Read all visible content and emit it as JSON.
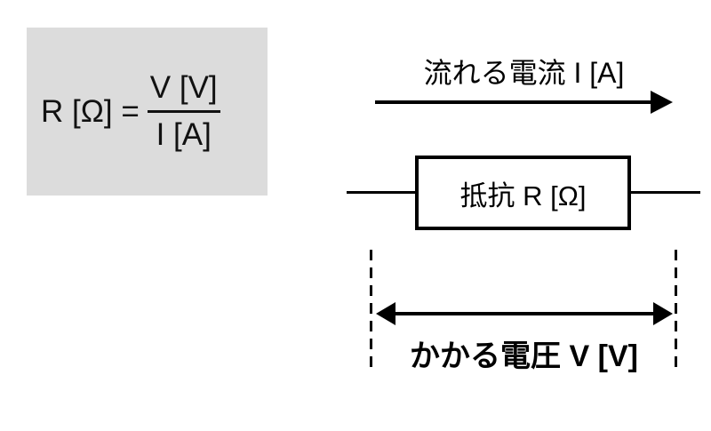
{
  "formula": {
    "lhs": "R [Ω] =",
    "numerator": "V [V]",
    "denominator": "I [A]"
  },
  "circuit": {
    "current_label": "流れる電流 I [A]",
    "resistor_label": "抵抗 R [Ω]",
    "voltage_label": "かかる電圧 V [V]"
  },
  "colors": {
    "formula_box_bg": "#dcdcdc",
    "ink": "#000000",
    "background": "#ffffff"
  }
}
